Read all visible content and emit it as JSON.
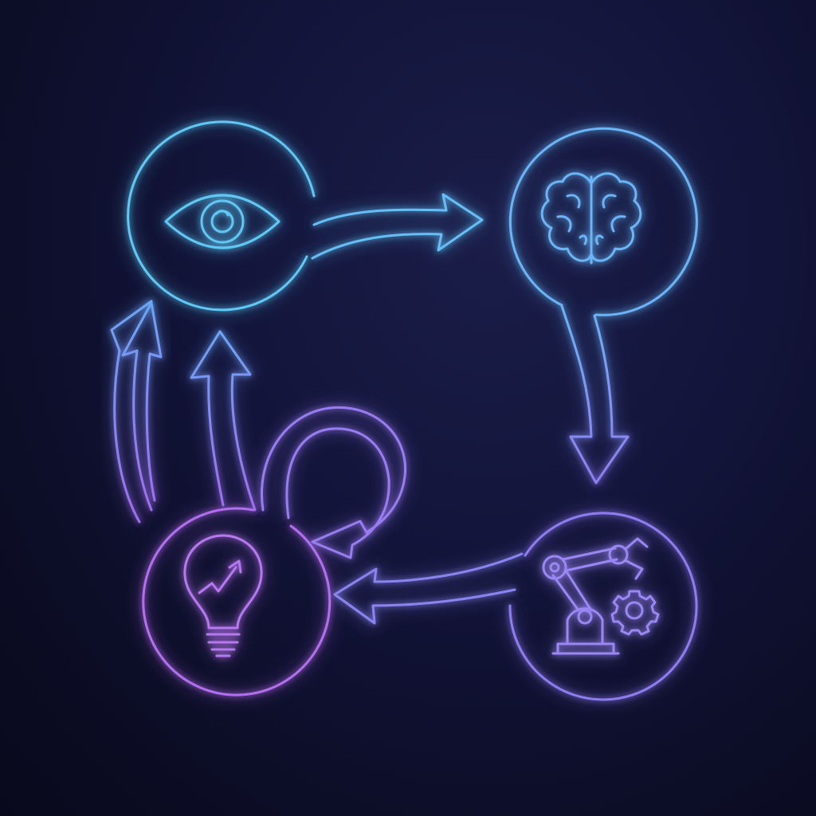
{
  "diagram": {
    "type": "cycle",
    "nodes": [
      {
        "id": "perceive",
        "icon": "eye-icon",
        "color": "#5ec8f5"
      },
      {
        "id": "think",
        "icon": "brain-icon",
        "color": "#6ab4f8"
      },
      {
        "id": "act",
        "icon": "robot-arm-gear-icon",
        "color": "#8f7cf2"
      },
      {
        "id": "learn",
        "icon": "lightbulb-growth-icon",
        "color": "#b46ef0"
      }
    ],
    "edges": [
      {
        "from": "perceive",
        "to": "think"
      },
      {
        "from": "think",
        "to": "act"
      },
      {
        "from": "act",
        "to": "learn"
      },
      {
        "from": "learn",
        "to": "learn",
        "style": "self-loop"
      },
      {
        "from": "learn",
        "to": "perceive"
      },
      {
        "from": "learn",
        "to": "perceive"
      }
    ],
    "colors": {
      "background": "#0d0f24",
      "cyan": "#5ec8f5",
      "blue": "#6ab4f8",
      "violet": "#8f7cf2",
      "magenta": "#b46ef0"
    }
  }
}
